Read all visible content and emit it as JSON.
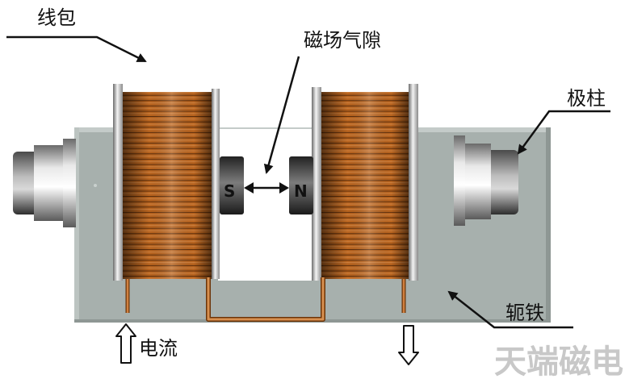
{
  "labels": {
    "coil": "线包",
    "air_gap": "磁场气隙",
    "pole_column": "极柱",
    "yoke": "轭铁",
    "current": "电流"
  },
  "poles": {
    "south": "S",
    "north": "N"
  },
  "watermark": "天端磁电",
  "colors": {
    "copper": "#b8641f",
    "yoke": "#a7b0ad",
    "magnet": "#3a3a3a",
    "steel": "#bfbfbf"
  }
}
